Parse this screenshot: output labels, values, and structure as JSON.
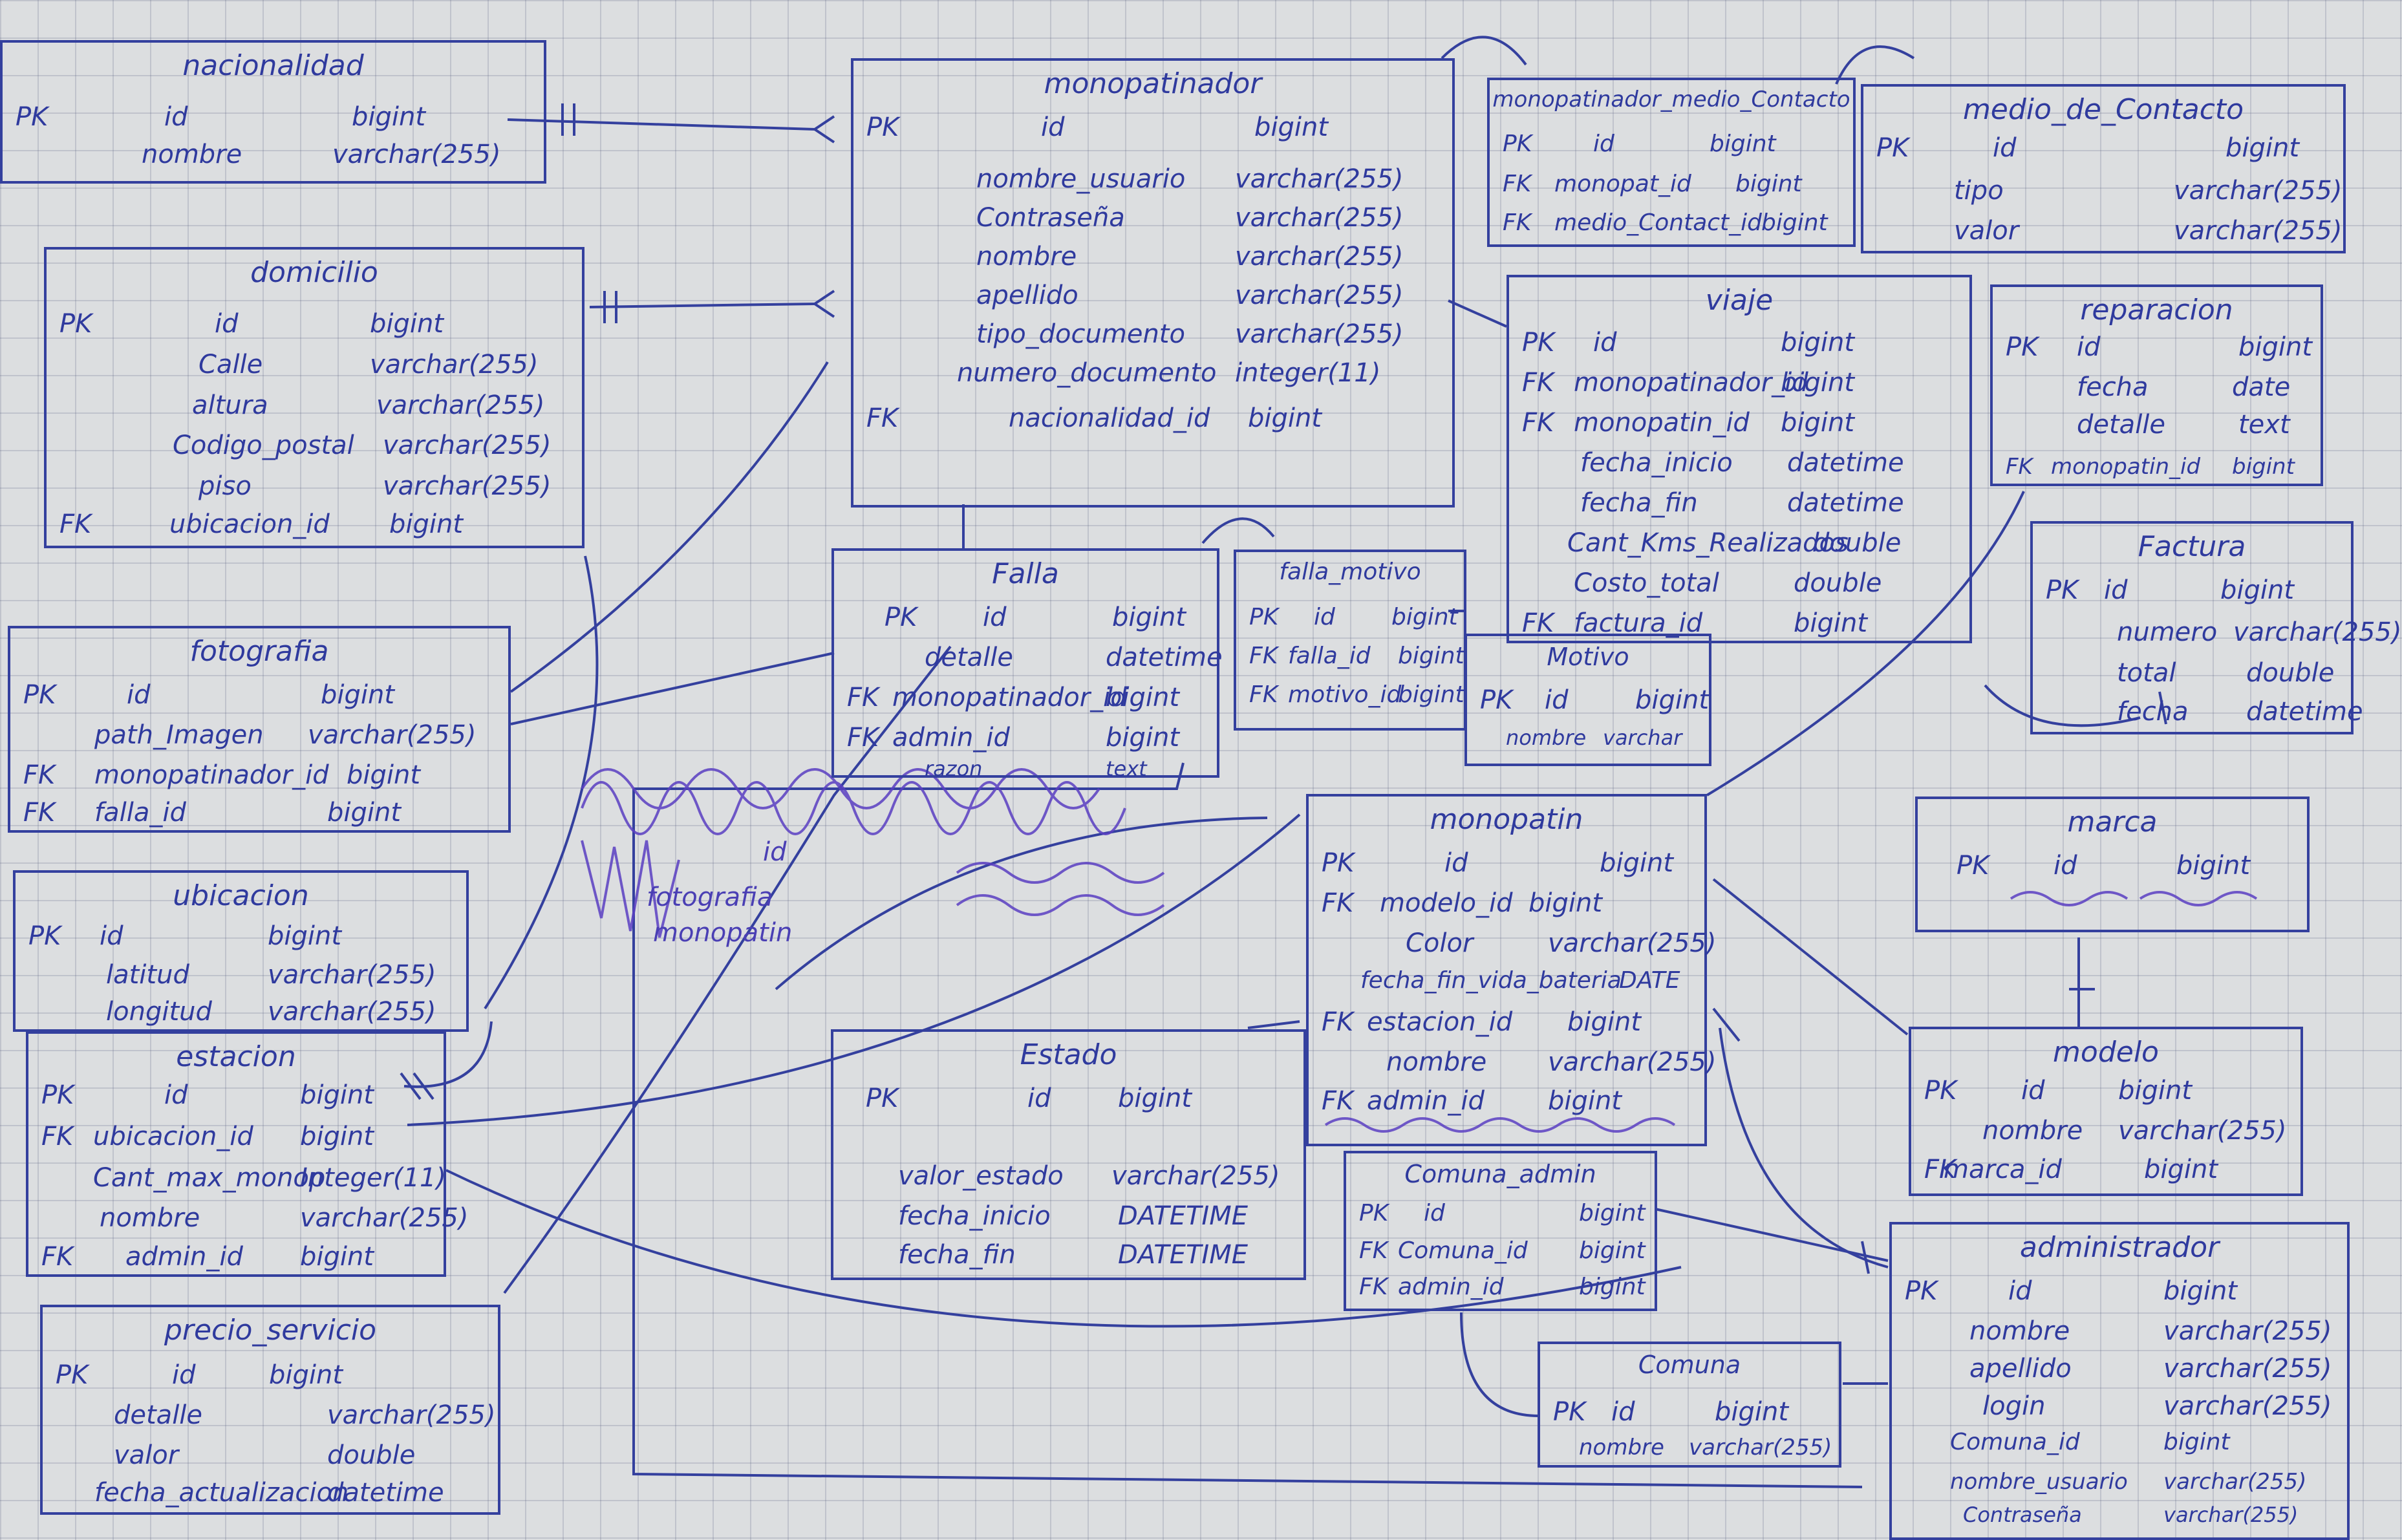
{
  "entities": [
    {
      "id": "nacionalidad",
      "name": "nacionalidad",
      "rows": [
        {
          "key": "PK",
          "name": "id",
          "type": "bigint"
        },
        {
          "key": "",
          "name": "nombre",
          "type": "varchar(255)"
        }
      ]
    },
    {
      "id": "monopatinador",
      "name": "monopatinador",
      "rows": [
        {
          "key": "PK",
          "name": "id",
          "type": "bigint"
        },
        {
          "key": "",
          "name": "nombre_usuario",
          "type": "varchar(255)"
        },
        {
          "key": "",
          "name": "Contraseña",
          "type": "varchar(255)"
        },
        {
          "key": "",
          "name": "nombre",
          "type": "varchar(255)"
        },
        {
          "key": "",
          "name": "apellido",
          "type": "varchar(255)"
        },
        {
          "key": "",
          "name": "tipo_documento",
          "type": "varchar(255)"
        },
        {
          "key": "",
          "name": "numero_documento",
          "type": "integer(11)"
        },
        {
          "key": "FK",
          "name": "nacionalidad_id",
          "type": "bigint"
        }
      ]
    },
    {
      "id": "monopatinador_medio_contacto",
      "name": "monopatinador_medio_Contacto",
      "rows": [
        {
          "key": "PK",
          "name": "id",
          "type": "bigint"
        },
        {
          "key": "FK",
          "name": "monopat_id",
          "type": "bigint"
        },
        {
          "key": "FK",
          "name": "medio_Contact_id",
          "type": "bigint"
        }
      ]
    },
    {
      "id": "medio_contacto",
      "name": "medio_de_Contacto",
      "rows": [
        {
          "key": "PK",
          "name": "id",
          "type": "bigint"
        },
        {
          "key": "",
          "name": "tipo",
          "type": "varchar(255)"
        },
        {
          "key": "",
          "name": "valor",
          "type": "varchar(255)"
        }
      ]
    },
    {
      "id": "domicilio",
      "name": "domicilio",
      "rows": [
        {
          "key": "PK",
          "name": "id",
          "type": "bigint"
        },
        {
          "key": "",
          "name": "Calle",
          "type": "varchar(255)"
        },
        {
          "key": "",
          "name": "altura",
          "type": "varchar(255)"
        },
        {
          "key": "",
          "name": "Codigo_postal",
          "type": "varchar(255)"
        },
        {
          "key": "",
          "name": "piso",
          "type": "varchar(255)"
        },
        {
          "key": "FK",
          "name": "ubicacion_id",
          "type": "bigint"
        }
      ]
    },
    {
      "id": "viaje",
      "name": "viaje",
      "rows": [
        {
          "key": "PK",
          "name": "id",
          "type": "bigint"
        },
        {
          "key": "FK",
          "name": "monopatinador_id",
          "type": "bigint"
        },
        {
          "key": "FK",
          "name": "monopatin_id",
          "type": "bigint"
        },
        {
          "key": "",
          "name": "fecha_inicio",
          "type": "datetime"
        },
        {
          "key": "",
          "name": "fecha_fin",
          "type": "datetime"
        },
        {
          "key": "",
          "name": "Cant_Kms_Realizados",
          "type": "double"
        },
        {
          "key": "",
          "name": "Costo_total",
          "type": "double"
        },
        {
          "key": "FK",
          "name": "factura_id",
          "type": "bigint"
        }
      ]
    },
    {
      "id": "reparacion",
      "name": "reparacion",
      "rows": [
        {
          "key": "PK",
          "name": "id",
          "type": "bigint"
        },
        {
          "key": "",
          "name": "fecha",
          "type": "date"
        },
        {
          "key": "",
          "name": "detalle",
          "type": "text"
        },
        {
          "key": "FK",
          "name": "monopatin_id",
          "type": "bigint"
        }
      ]
    },
    {
      "id": "factura",
      "name": "Factura",
      "rows": [
        {
          "key": "PK",
          "name": "id",
          "type": "bigint"
        },
        {
          "key": "",
          "name": "numero",
          "type": "varchar(255)"
        },
        {
          "key": "",
          "name": "total",
          "type": "double"
        },
        {
          "key": "",
          "name": "fecha",
          "type": "datetime"
        }
      ]
    },
    {
      "id": "fotografia",
      "name": "fotografia",
      "rows": [
        {
          "key": "PK",
          "name": "id",
          "type": "bigint"
        },
        {
          "key": "",
          "name": "path_Imagen",
          "type": "varchar(255)"
        },
        {
          "key": "FK",
          "name": "monopatinador_id",
          "type": "bigint"
        },
        {
          "key": "FK",
          "name": "falla_id",
          "type": "bigint"
        }
      ]
    },
    {
      "id": "falla",
      "name": "Falla",
      "rows": [
        {
          "key": "PK",
          "name": "id",
          "type": "bigint"
        },
        {
          "key": "",
          "name": "detalle",
          "type": "datetime"
        },
        {
          "key": "FK",
          "name": "monopatinador_id",
          "type": "bigint"
        },
        {
          "key": "FK",
          "name": "admin_id",
          "type": "bigint"
        },
        {
          "key": "",
          "name": "razon",
          "type": "text"
        }
      ]
    },
    {
      "id": "falla_motivo",
      "name": "falla_motivo",
      "rows": [
        {
          "key": "PK",
          "name": "id",
          "type": "bigint"
        },
        {
          "key": "FK",
          "name": "falla_id",
          "type": "bigint"
        },
        {
          "key": "FK",
          "name": "motivo_id",
          "type": "bigint"
        }
      ]
    },
    {
      "id": "motivo",
      "name": "Motivo",
      "rows": [
        {
          "key": "PK",
          "name": "id",
          "type": "bigint"
        },
        {
          "key": "",
          "name": "nombre",
          "type": "varchar"
        }
      ]
    },
    {
      "id": "ubicacion",
      "name": "ubicacion",
      "rows": [
        {
          "key": "PK",
          "name": "id",
          "type": "bigint"
        },
        {
          "key": "",
          "name": "latitud",
          "type": "varchar(255)"
        },
        {
          "key": "",
          "name": "longitud",
          "type": "varchar(255)"
        }
      ]
    },
    {
      "id": "estacion",
      "name": "estacion",
      "rows": [
        {
          "key": "PK",
          "name": "id",
          "type": "bigint"
        },
        {
          "key": "FK",
          "name": "ubicacion_id",
          "type": "bigint"
        },
        {
          "key": "",
          "name": "Cant_max_monop",
          "type": "Integer(11)"
        },
        {
          "key": "",
          "name": "nombre",
          "type": "varchar(255)"
        },
        {
          "key": "FK",
          "name": "admin_id",
          "type": "bigint"
        }
      ]
    },
    {
      "id": "precio_servicio",
      "name": "precio_servicio",
      "rows": [
        {
          "key": "PK",
          "name": "id",
          "type": "bigint"
        },
        {
          "key": "",
          "name": "detalle",
          "type": "varchar(255)"
        },
        {
          "key": "",
          "name": "valor",
          "type": "double"
        },
        {
          "key": "",
          "name": "fecha_actualizacion",
          "type": "datetime"
        }
      ]
    },
    {
      "id": "monopatin",
      "name": "monopatin",
      "rows": [
        {
          "key": "PK",
          "name": "id",
          "type": "bigint"
        },
        {
          "key": "FK",
          "name": "modelo_id",
          "type": "bigint"
        },
        {
          "key": "",
          "name": "Color",
          "type": "varchar(255)"
        },
        {
          "key": "",
          "name": "fecha_fin_vida_bateria",
          "type": "DATE"
        },
        {
          "key": "FK",
          "name": "estacion_id",
          "type": "bigint"
        },
        {
          "key": "",
          "name": "nombre",
          "type": "varchar(255)"
        },
        {
          "key": "FK",
          "name": "admin_id",
          "type": "bigint"
        }
      ]
    },
    {
      "id": "estado",
      "name": "Estado",
      "rows": [
        {
          "key": "PK",
          "name": "id",
          "type": "bigint"
        },
        {
          "key": "",
          "name": "valor_estado",
          "type": "varchar(255)"
        },
        {
          "key": "",
          "name": "fecha_inicio",
          "type": "DATETIME"
        },
        {
          "key": "",
          "name": "fecha_fin",
          "type": "DATETIME"
        }
      ]
    },
    {
      "id": "comuna_admin",
      "name": "Comuna_admin",
      "rows": [
        {
          "key": "PK",
          "name": "id",
          "type": "bigint"
        },
        {
          "key": "FK",
          "name": "Comuna_id",
          "type": "bigint"
        },
        {
          "key": "FK",
          "name": "admin_id",
          "type": "bigint"
        }
      ]
    },
    {
      "id": "comuna",
      "name": "Comuna",
      "rows": [
        {
          "key": "PK",
          "name": "id",
          "type": "bigint"
        },
        {
          "key": "",
          "name": "nombre",
          "type": "varchar(255)"
        }
      ]
    },
    {
      "id": "marca",
      "name": "marca",
      "rows": [
        {
          "key": "PK",
          "name": "id",
          "type": "bigint"
        }
      ]
    },
    {
      "id": "modelo",
      "name": "modelo",
      "rows": [
        {
          "key": "PK",
          "name": "id",
          "type": "bigint"
        },
        {
          "key": "",
          "name": "nombre",
          "type": "varchar(255)"
        },
        {
          "key": "FK",
          "name": "marca_id",
          "type": "bigint"
        }
      ]
    },
    {
      "id": "administrador",
      "name": "administrador",
      "rows": [
        {
          "key": "PK",
          "name": "id",
          "type": "bigint"
        },
        {
          "key": "",
          "name": "nombre",
          "type": "varchar(255)"
        },
        {
          "key": "",
          "name": "apellido",
          "type": "varchar(255)"
        },
        {
          "key": "",
          "name": "login",
          "type": "varchar(255)"
        },
        {
          "key": "",
          "name": "Comuna_id",
          "type": "bigint"
        },
        {
          "key": "",
          "name": "nombre_usuario",
          "type": "varchar(255)"
        },
        {
          "key": "",
          "name": "Contraseña",
          "type": "varchar(255)"
        }
      ]
    }
  ],
  "scribble": {
    "id": "id",
    "foto": "fotografia",
    "mono": "monopatin"
  },
  "colors": {
    "ink": "#34409e",
    "paper": "#dcdee0",
    "grid": "#9aa2b4"
  }
}
